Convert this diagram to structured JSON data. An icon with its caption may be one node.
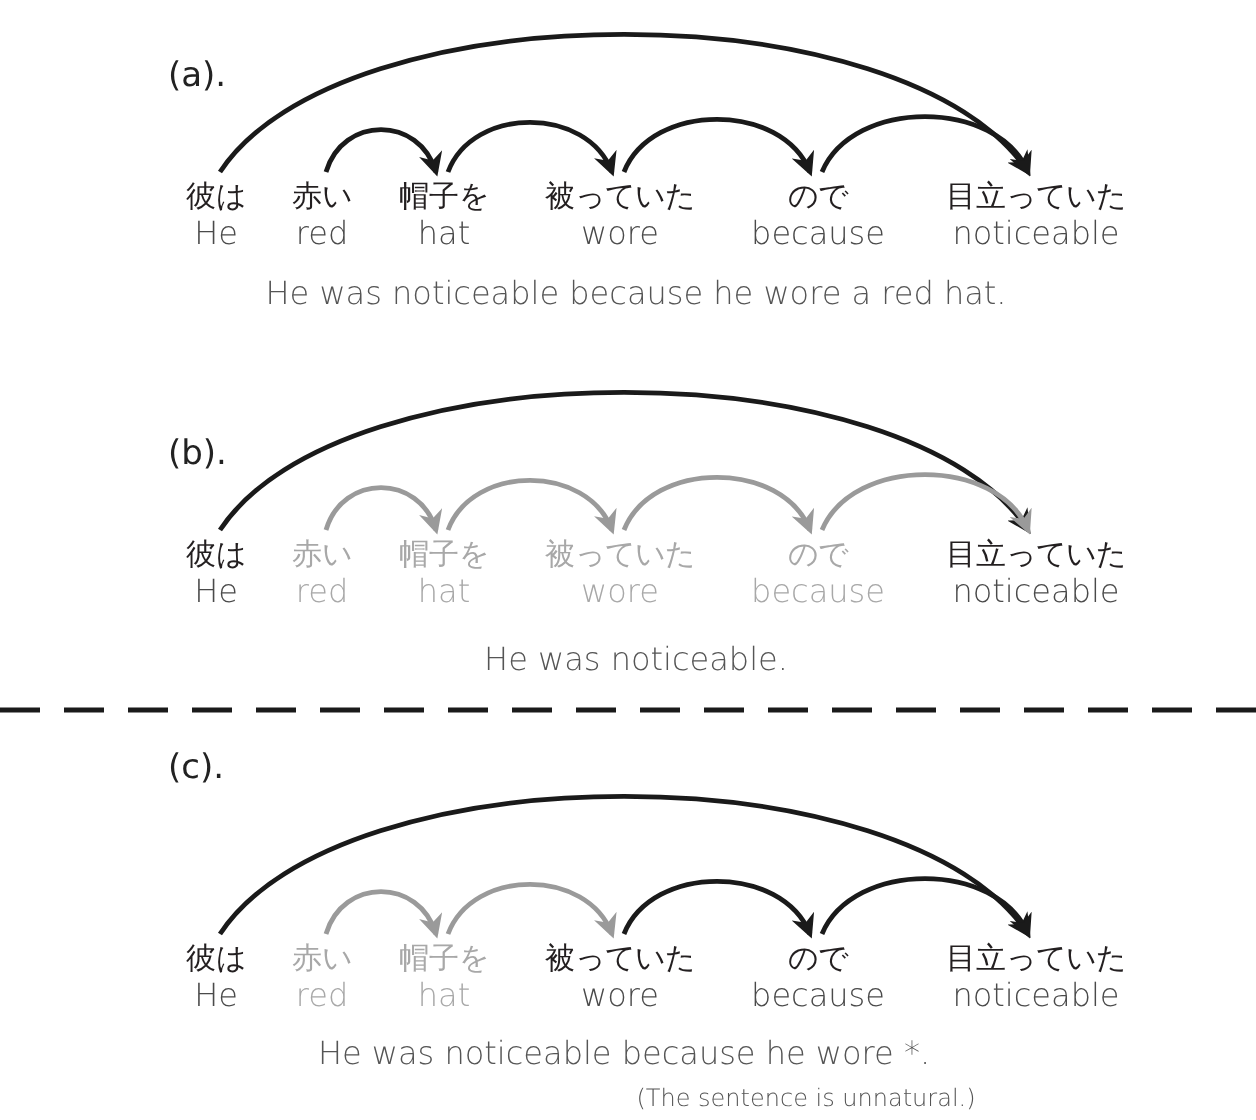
{
  "diagram": {
    "nodes": [
      {
        "text": [
          "彼は",
          "He"
        ]
      },
      {
        "text": [
          "赤い",
          "red"
        ]
      },
      {
        "text": [
          "帽子を",
          "hat"
        ]
      },
      {
        "text": [
          "被っていた",
          "wore"
        ]
      },
      {
        "text": [
          "ので",
          "because"
        ]
      },
      {
        "text": [
          "目立っていた",
          "noticeable"
        ]
      },
      {
        "text": [
          "彼は",
          "He"
        ]
      },
      {
        "text": [
          "赤い",
          "red"
        ]
      },
      {
        "text": [
          "帽子を",
          "hat"
        ]
      },
      {
        "text": [
          "被っていた",
          "wore"
        ]
      },
      {
        "text": [
          "ので",
          "because"
        ]
      },
      {
        "text": [
          "目立っていた",
          "noticeable"
        ]
      },
      {
        "text": [
          "彼は",
          "He"
        ]
      },
      {
        "text": [
          "赤い",
          "red"
        ]
      },
      {
        "text": [
          "帽子を",
          "hat"
        ]
      },
      {
        "text": [
          "被っていた",
          "wore"
        ]
      },
      {
        "text": [
          "ので",
          "because"
        ]
      },
      {
        "text": [
          "目立っていた",
          "noticeable"
        ]
      }
    ],
    "edges": [
      {
        "from": 0,
        "to": 5,
        "arrow": "to"
      },
      {
        "from": 1,
        "to": 2,
        "arrow": "to"
      },
      {
        "from": 2,
        "to": 3,
        "arrow": "to"
      },
      {
        "from": 3,
        "to": 4,
        "arrow": "to"
      },
      {
        "from": 4,
        "to": 5,
        "arrow": "to"
      },
      {
        "from": 6,
        "to": 11,
        "arrow": "to"
      },
      {
        "from": 7,
        "to": 8,
        "arrow": "to",
        "color": "#9a9a9a"
      },
      {
        "from": 8,
        "to": 9,
        "arrow": "to",
        "color": "#9a9a9a"
      },
      {
        "from": 9,
        "to": 10,
        "arrow": "to",
        "color": "#9a9a9a"
      },
      {
        "from": 10,
        "to": 11,
        "arrow": "to",
        "color": "#9a9a9a"
      },
      {
        "from": 12,
        "to": 17,
        "arrow": "to"
      },
      {
        "from": 13,
        "to": 14,
        "arrow": "to",
        "color": "#9a9a9a"
      },
      {
        "from": 14,
        "to": 15,
        "arrow": "to",
        "color": "#9a9a9a"
      },
      {
        "from": 15,
        "to": 16,
        "arrow": "to"
      },
      {
        "from": 16,
        "to": 17,
        "arrow": "to"
      }
    ],
    "labels": [
      "(a).",
      "He was noticeable because he wore a red hat.",
      "(b).",
      "He was noticeable.",
      "(c).",
      "He was noticeable because he wore *.",
      "(The sentence is unnatural.)"
    ]
  }
}
